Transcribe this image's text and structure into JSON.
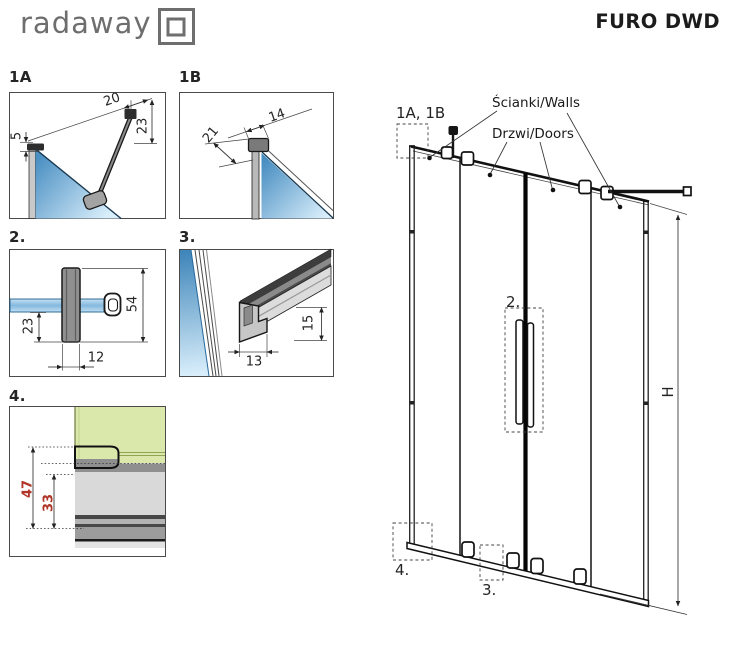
{
  "header": {
    "logo_text": "radaway",
    "product_name": "FURO DWD"
  },
  "details": {
    "d1a": {
      "label": "1A",
      "dim_offset_top": "20",
      "dim_drop_right": "23",
      "dim_gap_left": "5"
    },
    "d1b": {
      "label": "1B",
      "dim_profile_width": "14",
      "dim_profile_depth": "21"
    },
    "d2": {
      "label": "2.",
      "dim_below_glass": "23",
      "dim_handle_height": "54",
      "dim_handle_width": "12"
    },
    "d3": {
      "label": "3.",
      "dim_rail_width": "13",
      "dim_rail_height": "15"
    },
    "d4": {
      "label": "4.",
      "dim_total_height": "47",
      "dim_inner_height": "33"
    }
  },
  "elevation": {
    "callout_top_corner": "1A, 1B",
    "walls_label": "Ścianki/Walls",
    "doors_label": "Drzwi/Doors",
    "callout_handle": "2.",
    "callout_bottom_guide": "3.",
    "callout_bottom_corner": "4.",
    "height_dim_label": "H"
  },
  "colors": {
    "glass_blue_dark": "#4a8fc2",
    "glass_blue_light": "#d9eefb",
    "tray_green": "#dbe8ab",
    "dimension_red": "#b03528",
    "line_black": "#111111",
    "logo_gray": "#6e6e6e"
  }
}
